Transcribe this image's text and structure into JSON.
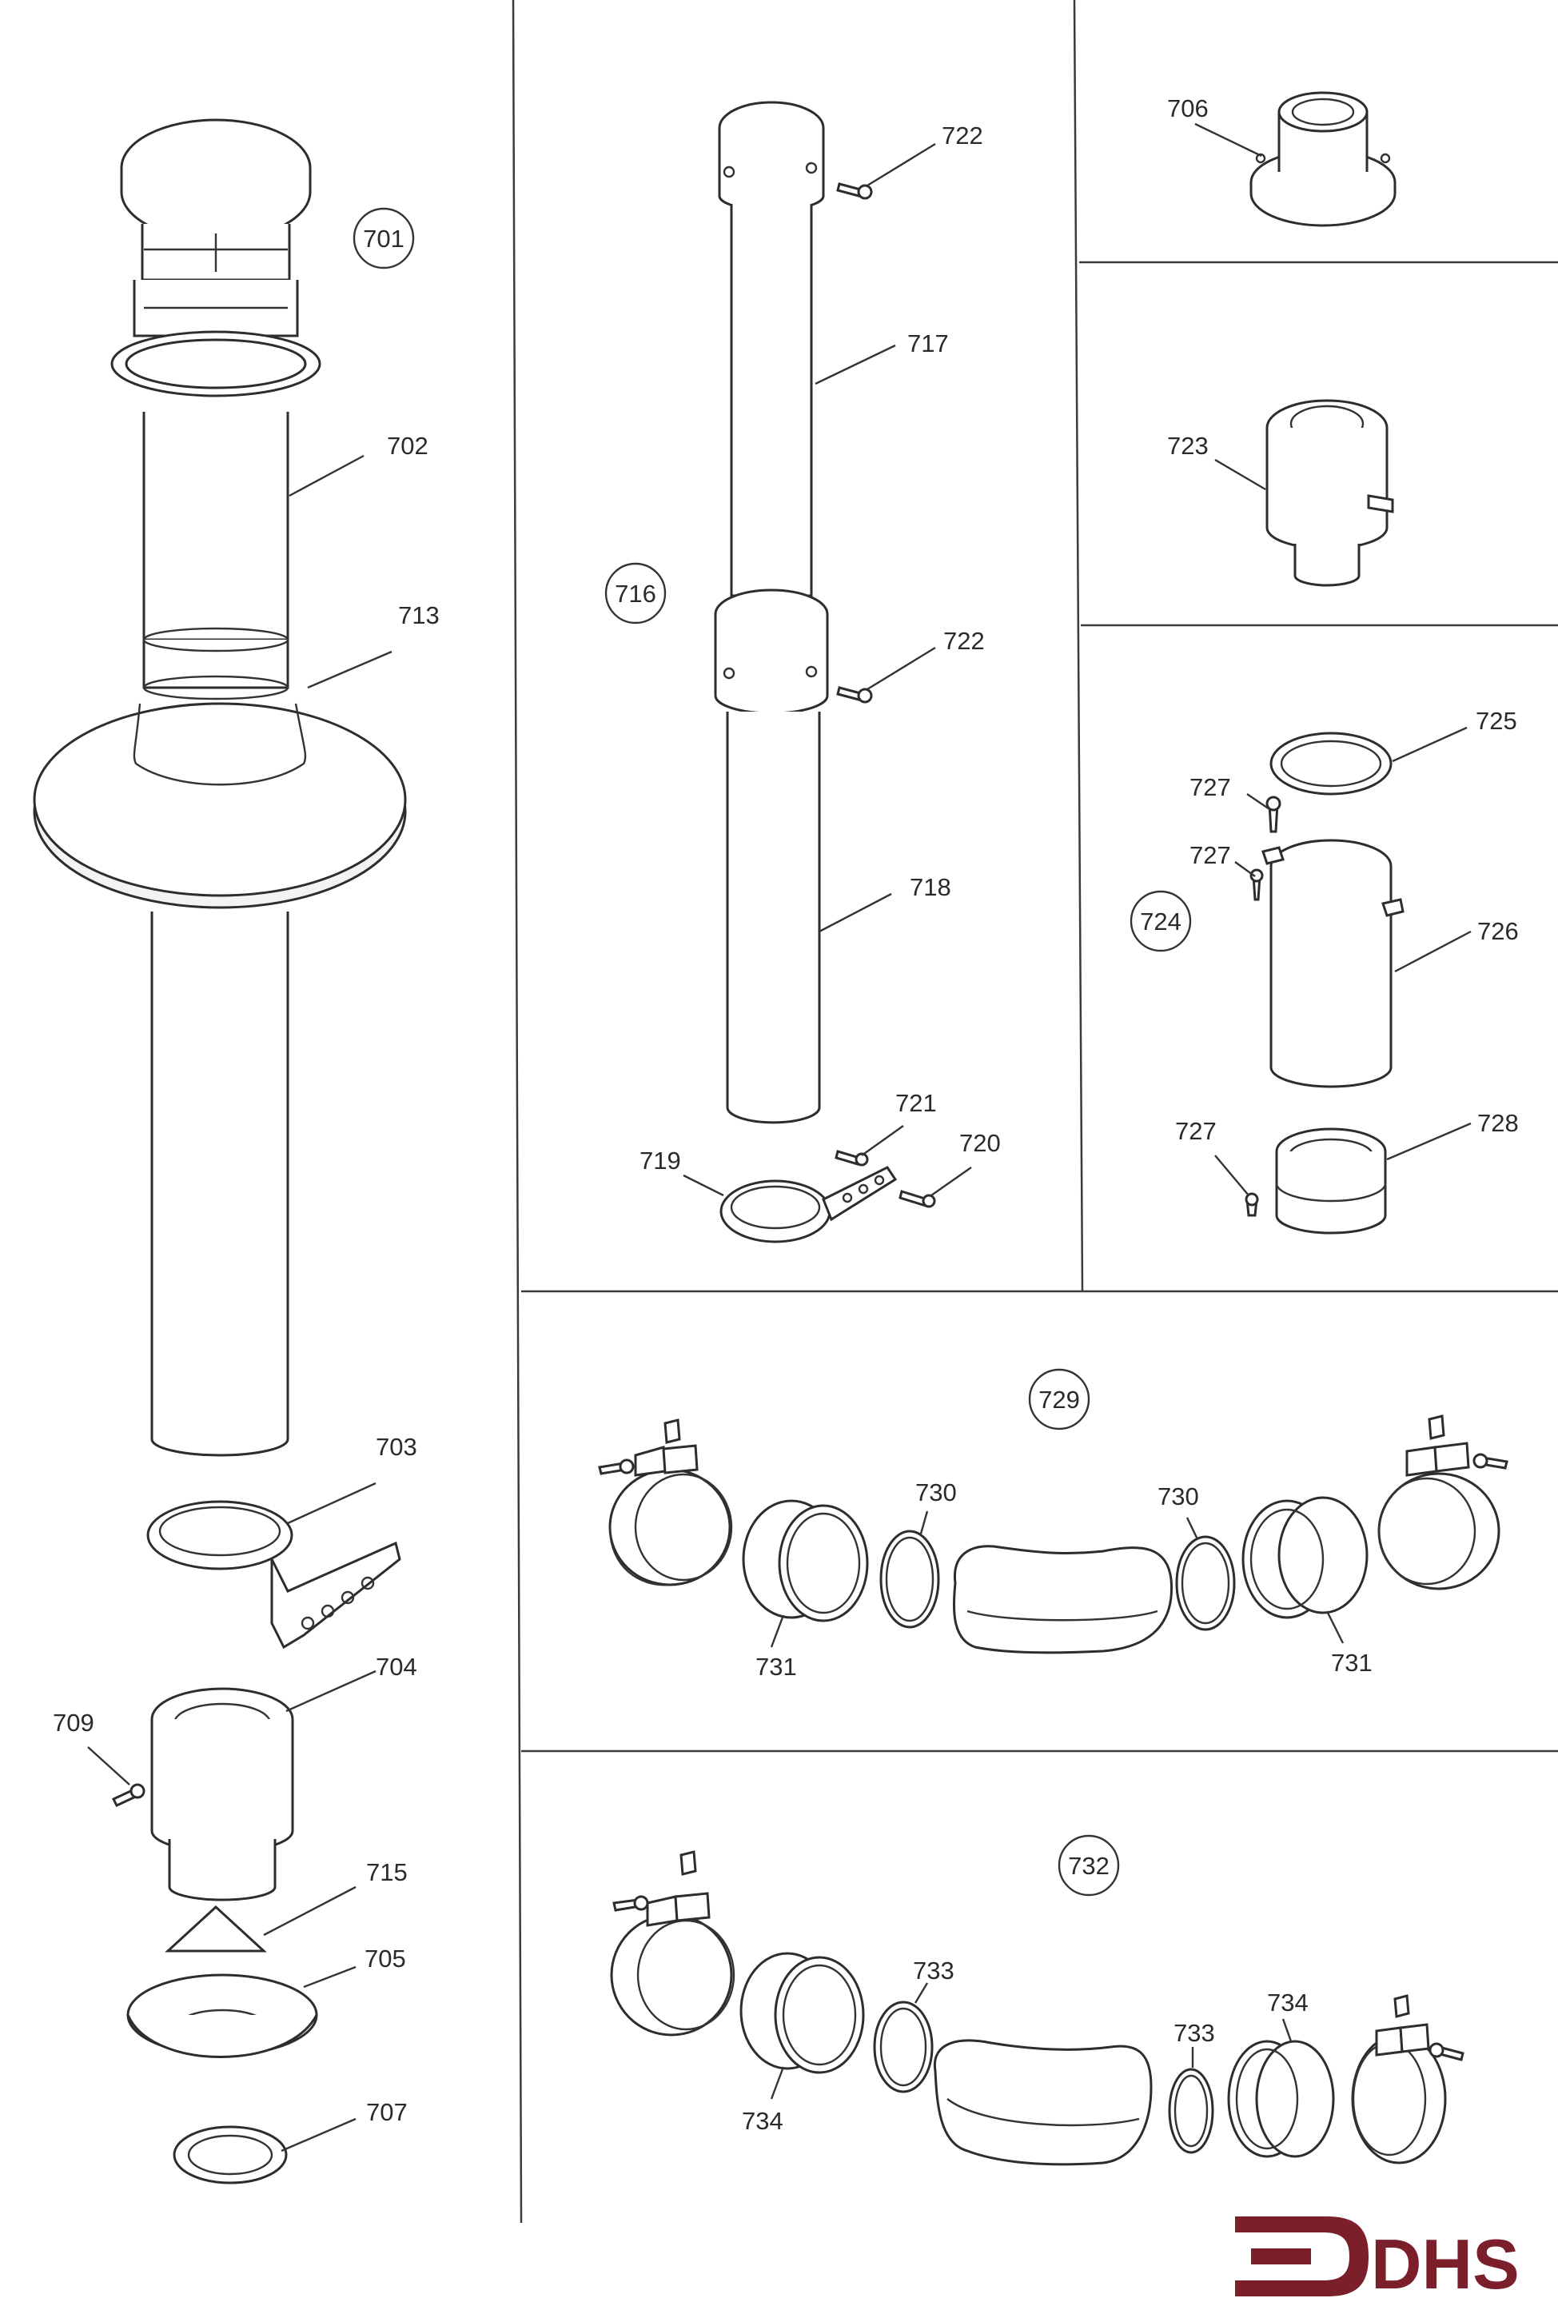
{
  "brand": {
    "name": "DHS",
    "color": "#7b1f2b",
    "icon": "dhs-arrow-logo"
  },
  "line_color": "#2d2d2d",
  "panels": {
    "terminal_kit": {
      "assembly_ref": "701",
      "parts": [
        "702",
        "713",
        "703",
        "704",
        "709",
        "715",
        "705",
        "707"
      ]
    },
    "extension_kit": {
      "assembly_ref": "716",
      "parts": [
        "722",
        "717",
        "722",
        "718",
        "721",
        "720",
        "719"
      ]
    },
    "adaptor_706": {
      "parts": [
        "706"
      ]
    },
    "adaptor_723": {
      "parts": [
        "723"
      ]
    },
    "extension_kit_724": {
      "assembly_ref": "724",
      "parts": [
        "725",
        "727",
        "727",
        "726",
        "727",
        "728"
      ]
    },
    "bend_kit_729": {
      "assembly_ref": "729",
      "parts": [
        "730",
        "730",
        "731",
        "731"
      ]
    },
    "bend_kit_732": {
      "assembly_ref": "732",
      "parts": [
        "733",
        "733",
        "734",
        "734"
      ]
    }
  }
}
